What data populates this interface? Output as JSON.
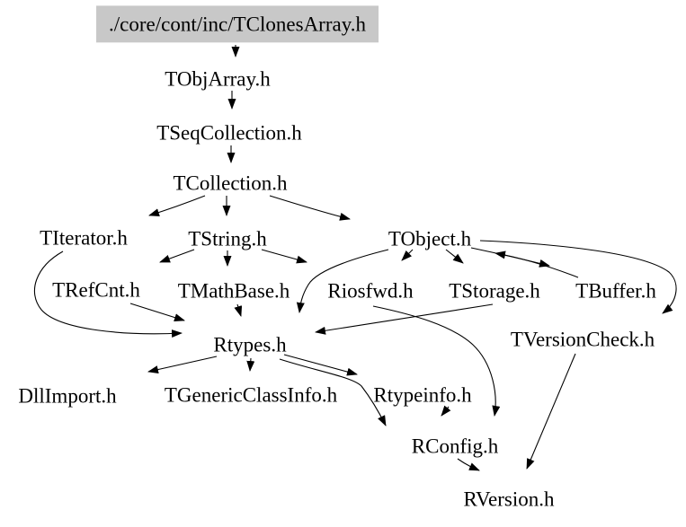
{
  "diagram": {
    "kind": "include-dependency-graph",
    "root_label": "./core/cont/inc/TClonesArray.h",
    "colors": {
      "background": "#ffffff",
      "root_fill": "#c8c8c8",
      "edge": "#000000",
      "text": "#000000"
    },
    "nodes": [
      {
        "id": "clonesarray",
        "label": "./core/cont/inc/TClonesArray.h",
        "root": true
      },
      {
        "id": "tobjarray",
        "label": "TObjArray.h"
      },
      {
        "id": "tseqcollection",
        "label": "TSeqCollection.h"
      },
      {
        "id": "tcollection",
        "label": "TCollection.h"
      },
      {
        "id": "titerator",
        "label": "TIterator.h"
      },
      {
        "id": "tstring",
        "label": "TString.h"
      },
      {
        "id": "tobject",
        "label": "TObject.h"
      },
      {
        "id": "trefcnt",
        "label": "TRefCnt.h"
      },
      {
        "id": "tmathbase",
        "label": "TMathBase.h"
      },
      {
        "id": "riosfwd",
        "label": "Riosfwd.h"
      },
      {
        "id": "tstorage",
        "label": "TStorage.h"
      },
      {
        "id": "tbuffer",
        "label": "TBuffer.h"
      },
      {
        "id": "rtypes",
        "label": "Rtypes.h"
      },
      {
        "id": "tversioncheck",
        "label": "TVersionCheck.h"
      },
      {
        "id": "dllimport",
        "label": "DllImport.h"
      },
      {
        "id": "tgenericclassinfo",
        "label": "TGenericClassInfo.h"
      },
      {
        "id": "rtypeinfo",
        "label": "Rtypeinfo.h"
      },
      {
        "id": "rconfig",
        "label": "RConfig.h"
      },
      {
        "id": "rversion",
        "label": "RVersion.h"
      }
    ],
    "edges": [
      {
        "from": "clonesarray",
        "to": "tobjarray"
      },
      {
        "from": "tobjarray",
        "to": "tseqcollection"
      },
      {
        "from": "tseqcollection",
        "to": "tcollection"
      },
      {
        "from": "tcollection",
        "to": "titerator"
      },
      {
        "from": "tcollection",
        "to": "tstring"
      },
      {
        "from": "tcollection",
        "to": "tobject"
      },
      {
        "from": "titerator",
        "to": "rtypes"
      },
      {
        "from": "tstring",
        "to": "trefcnt"
      },
      {
        "from": "tstring",
        "to": "tmathbase"
      },
      {
        "from": "tstring",
        "to": "riosfwd"
      },
      {
        "from": "tobject",
        "to": "riosfwd"
      },
      {
        "from": "tobject",
        "to": "tstorage"
      },
      {
        "from": "tobject",
        "to": "tbuffer"
      },
      {
        "from": "tbuffer",
        "to": "tobject"
      },
      {
        "from": "tobject",
        "to": "tversioncheck"
      },
      {
        "from": "tobject",
        "to": "rtypes"
      },
      {
        "from": "trefcnt",
        "to": "rtypes"
      },
      {
        "from": "tmathbase",
        "to": "rtypes"
      },
      {
        "from": "tstorage",
        "to": "rtypes"
      },
      {
        "from": "riosfwd",
        "to": "rconfig"
      },
      {
        "from": "rtypes",
        "to": "dllimport"
      },
      {
        "from": "rtypes",
        "to": "tgenericclassinfo"
      },
      {
        "from": "rtypes",
        "to": "rtypeinfo"
      },
      {
        "from": "rtypes",
        "to": "rconfig"
      },
      {
        "from": "rtypeinfo",
        "to": "rconfig"
      },
      {
        "from": "tversioncheck",
        "to": "rversion"
      },
      {
        "from": "rconfig",
        "to": "rversion"
      }
    ]
  }
}
